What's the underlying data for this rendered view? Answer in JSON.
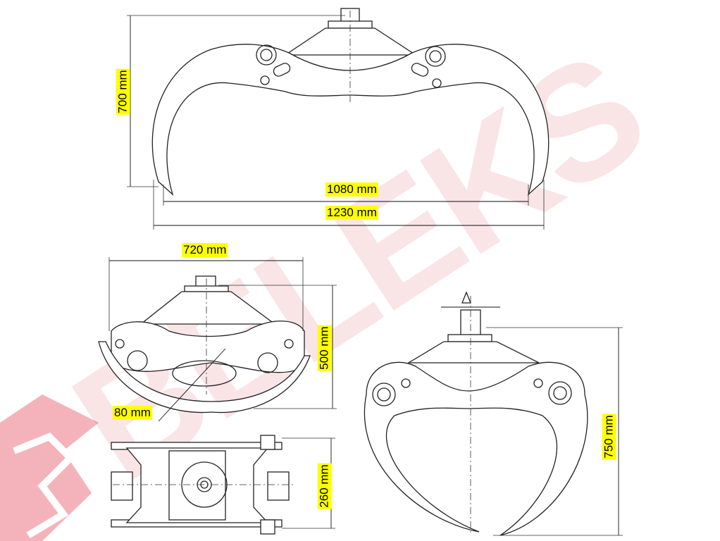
{
  "watermark": {
    "text": "BELEKS",
    "color": "#e8a0a8"
  },
  "logo": {
    "color": "#e0283c"
  },
  "dimensions": {
    "height_top_view": "700 mm",
    "inner_span": "1080 mm",
    "outer_span": "1230 mm",
    "closed_width": "720 mm",
    "closed_height": "500 mm",
    "min_opening": "80 mm",
    "depth": "260 mm",
    "side_height": "750 mm"
  },
  "colors": {
    "label_bg": "#ffff00",
    "line": "#222222"
  }
}
